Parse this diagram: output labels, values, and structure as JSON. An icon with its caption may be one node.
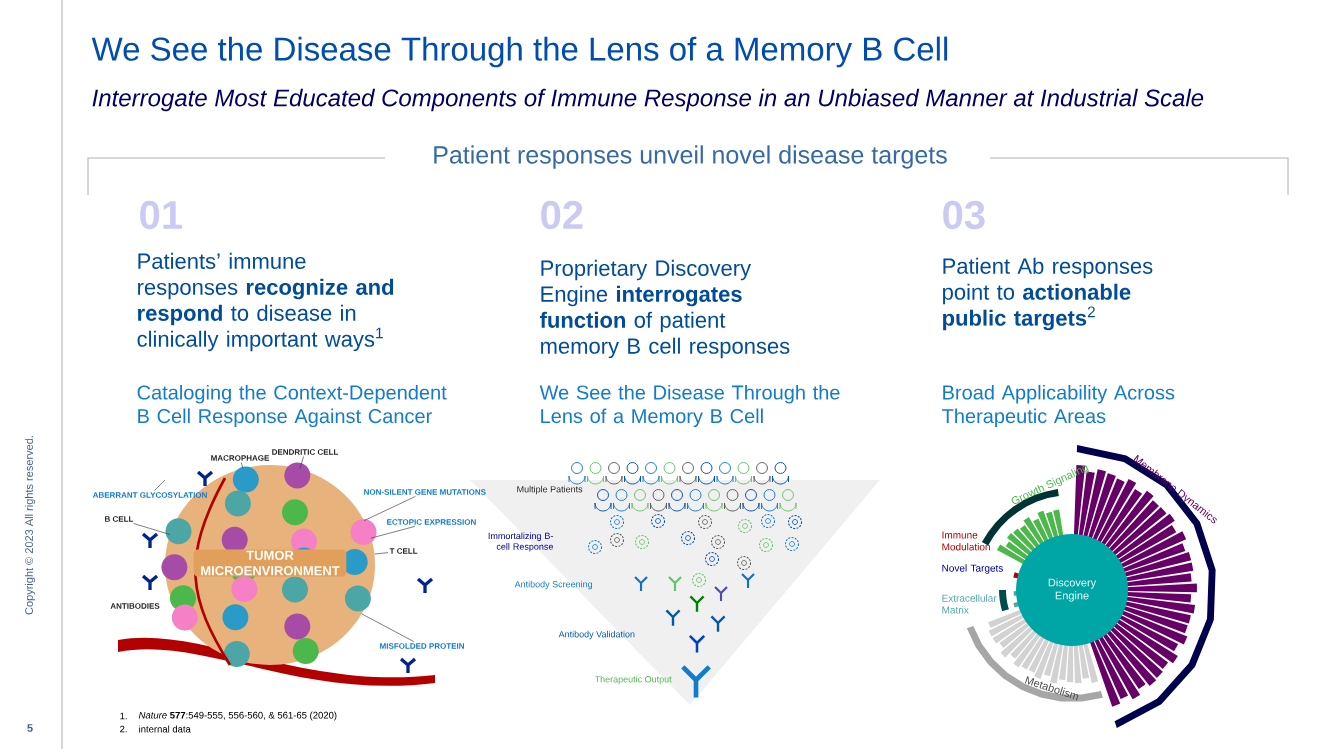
{
  "diagram": {
    "title": "We See the Disease Through the Lens of a Memory B Cell",
    "nodes": [
      {
        "text": [
          "ABERRANT GLYCOSYLATION"
        ]
      },
      {
        "text": [
          "MACROPHAGE"
        ]
      },
      {
        "text": [
          "DENDRITIC CELL"
        ]
      },
      {
        "text": [
          "NON-SILENT GENE MUTATIONS"
        ]
      },
      {
        "text": [
          "B CELL"
        ]
      },
      {
        "text": [
          "ECTOPIC EXPRESSION"
        ]
      },
      {
        "text": [
          "T CELL"
        ]
      },
      {
        "text": [
          "MISFOLDED PROTEIN"
        ]
      },
      {
        "text": [
          "Discovery Engine"
        ]
      },
      {
        "text": [],
        "shape": "picture"
      }
    ],
    "edges": [
      {
        "from": 0,
        "to": null,
        "arrow": "none"
      },
      {
        "from": 1,
        "to": 9,
        "arrow": "none"
      },
      {
        "from": 2,
        "to": 9,
        "arrow": "none"
      },
      {
        "from": 3,
        "to": 9,
        "arrow": "none"
      },
      {
        "from": 4,
        "to": 9,
        "arrow": "none"
      },
      {
        "from": 5,
        "to": 9,
        "arrow": "none"
      },
      {
        "from": 6,
        "to": 9,
        "arrow": "none"
      },
      {
        "from": 7,
        "to": 9,
        "arrow": "none"
      }
    ],
    "labels": [
      "Interrogate Most Educated Components of Immune Response in an Unbiased Manner at Industrial Scale",
      "Patient responses unveil novel disease targets",
      "01",
      "02",
      "03",
      "Patients’ immune responses **recognize and respond** to disease in clinically important ways$^{1}$",
      "Proprietary Discovery Engine **interrogates function** of patient memory B cell responses",
      "Patient Ab responses point to **actionable public targets**$^{2}$",
      "Cataloging the Context-Dependent B Cell Response Against Cancer",
      "We See the Disease Through the Lens of a Memory B Cell",
      "Broad Applicability Across Therapeutic Areas",
      "TUMOR MICROENVIRONMENT",
      "ANTIBODIES",
      "Multiple Patients",
      "Immortalizing B-cell Response",
      "Antibody Screening",
      "Antibody Validation",
      "Therapeutic Output",
      "Growth Signaling",
      "Membrane Dynamics",
      "Immune Modulation",
      "Novel Targets",
      "Extracellular Matrix",
      "Metabolism",
      "1.",
      "*Nature* **577**:549-555, 556-560, & 561-65 (2020)",
      "2.",
      "internal data",
      "Copyright © 2023 All rights reserved.",
      "5"
    ]
  }
}
